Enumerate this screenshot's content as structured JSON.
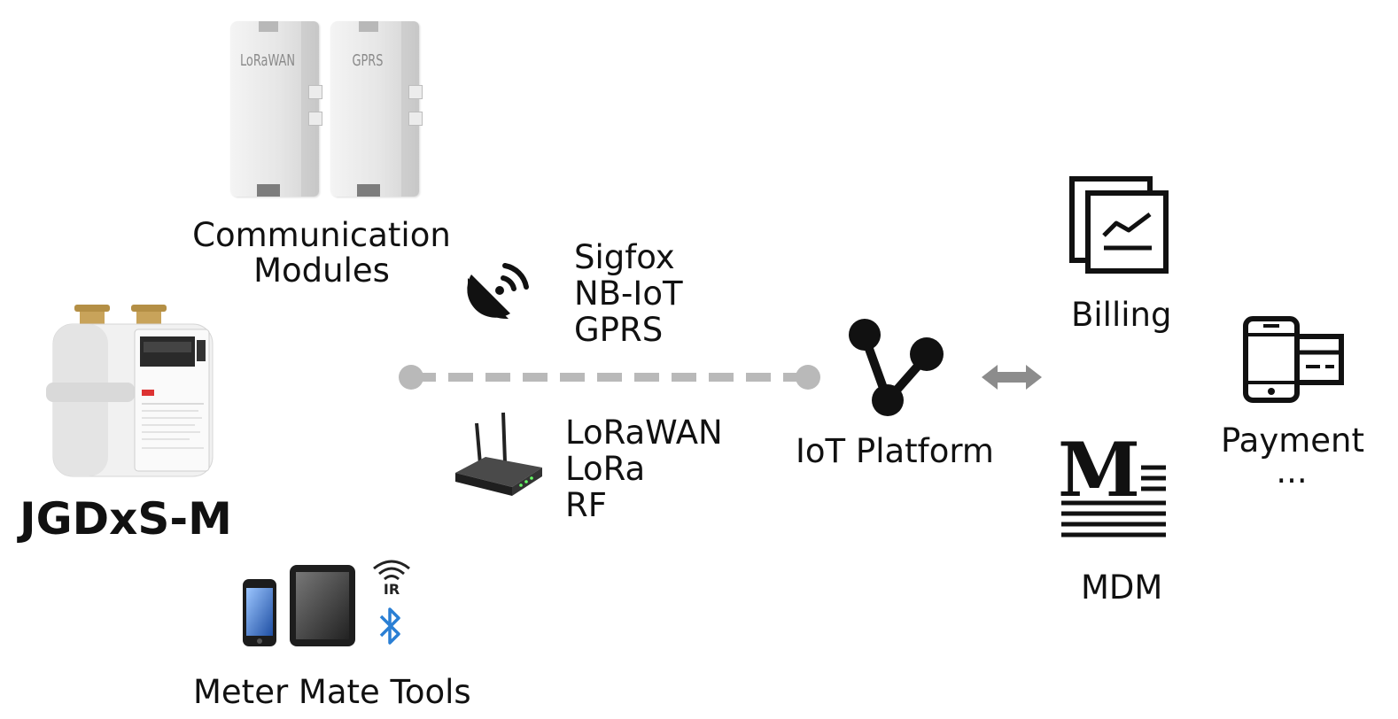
{
  "modules": {
    "caption_line1": "Communication",
    "caption_line2": "Modules",
    "lorawan_label": "LoRaWAN",
    "gprs_label": "GPRS"
  },
  "meter": {
    "name": "JGDxS-M"
  },
  "tools": {
    "caption": "Meter Mate Tools",
    "ir_label": "IR"
  },
  "satellite_protocols": [
    "Sigfox",
    "NB-IoT",
    "GPRS"
  ],
  "gateway_protocols": [
    "LoRaWAN",
    "LoRa",
    "RF"
  ],
  "platform": {
    "label": "IoT Platform"
  },
  "billing": {
    "label": "Billing"
  },
  "mdm": {
    "label": "MDM",
    "logo_letter": "M"
  },
  "payment": {
    "label": "Payment",
    "more": "..."
  },
  "colors": {
    "link_line": "#b9b9b9",
    "arrow": "#8c8c8c",
    "icon_dark": "#111111",
    "bluetooth": "#2a7fd4"
  }
}
